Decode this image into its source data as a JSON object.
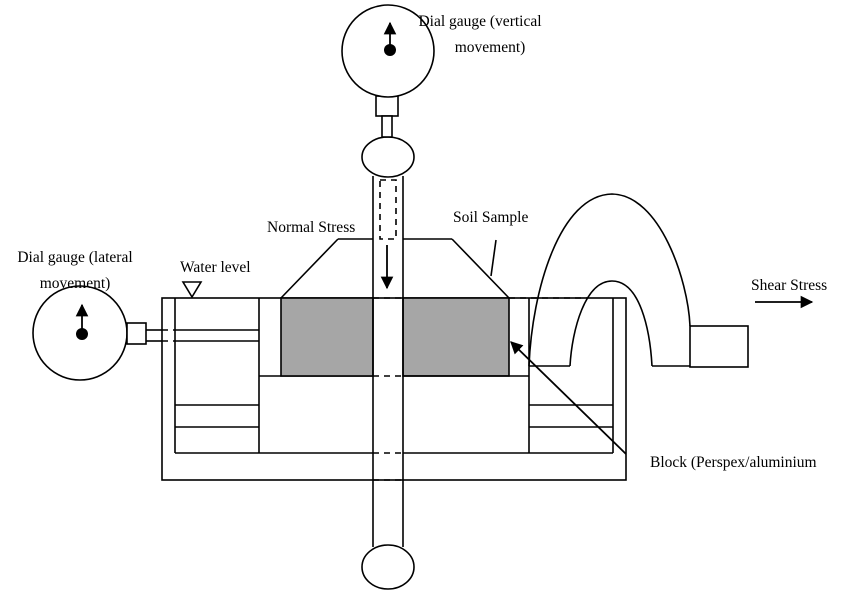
{
  "title": "Direct shear box apparatus schematic",
  "colors": {
    "line": "#000000",
    "soil_sample": "#a6a6a6",
    "background": "#ffffff"
  },
  "labels": {
    "dial_vertical_line1": "Dial gauge (vertical",
    "dial_vertical_line2": "movement)",
    "dial_lateral_line1": "Dial gauge (lateral",
    "dial_lateral_line2": "movement)",
    "water_level": "Water level",
    "normal_stress": "Normal Stress",
    "soil_sample": "Soil Sample",
    "shear_stress": "Shear Stress",
    "block": "Block (Perspex/aluminium"
  },
  "icons": {
    "water_level_marker": "inverted-triangle",
    "dial_needle": "arrow-up-with-pivot-dot"
  }
}
